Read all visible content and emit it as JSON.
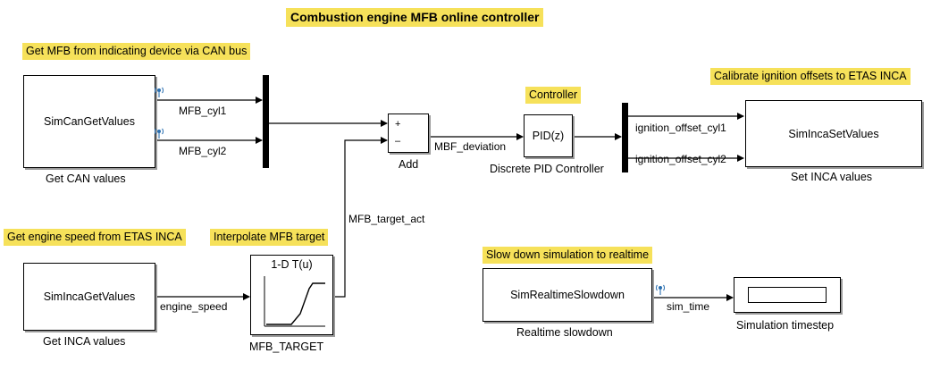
{
  "title": "Combustion engine MFB online controller",
  "annotations": {
    "get_mfb": "Get MFB from indicating device via CAN bus",
    "get_speed": "Get engine speed from ETAS INCA",
    "interpolate": "Interpolate MFB target",
    "controller": "Controller",
    "calibrate": "Calibrate ignition offsets to ETAS INCA",
    "slowdown": "Slow down simulation to realtime"
  },
  "blocks": {
    "can_get": {
      "text": "SimCanGetValues",
      "caption": "Get CAN values"
    },
    "inca_get": {
      "text": "SimIncaGetValues",
      "caption": "Get INCA values"
    },
    "lookup": {
      "text": "1-D T(u)",
      "caption": "MFB_TARGET"
    },
    "add": {
      "plus": "+",
      "minus": "–",
      "caption": "Add"
    },
    "pid": {
      "text": "PID(z)",
      "caption": "Discrete PID Controller"
    },
    "inca_set": {
      "text": "SimIncaSetValues",
      "caption": "Set INCA values"
    },
    "slowdown": {
      "text": "SimRealtimeSlowdown",
      "caption": "Realtime slowdown"
    },
    "timestep": {
      "caption": "Simulation timestep"
    }
  },
  "signals": {
    "mfb_cyl1": "MFB_cyl1",
    "mfb_cyl2": "MFB_cyl2",
    "engine_speed": "engine_speed",
    "mfb_target_act": "MFB_target_act",
    "mbf_deviation": "MBF_deviation",
    "ignition_offset_cyl1": "ignition_offset_cyl1",
    "ignition_offset_cyl2": "ignition_offset_cyl2",
    "sim_time": "sim_time"
  },
  "colors": {
    "annotation": "#f6e15a",
    "test_point": "#2a6fb0",
    "shadow": "#9a9a9a"
  },
  "icons": {
    "test_point": "test-point-icon",
    "mux": "mux-bar"
  }
}
